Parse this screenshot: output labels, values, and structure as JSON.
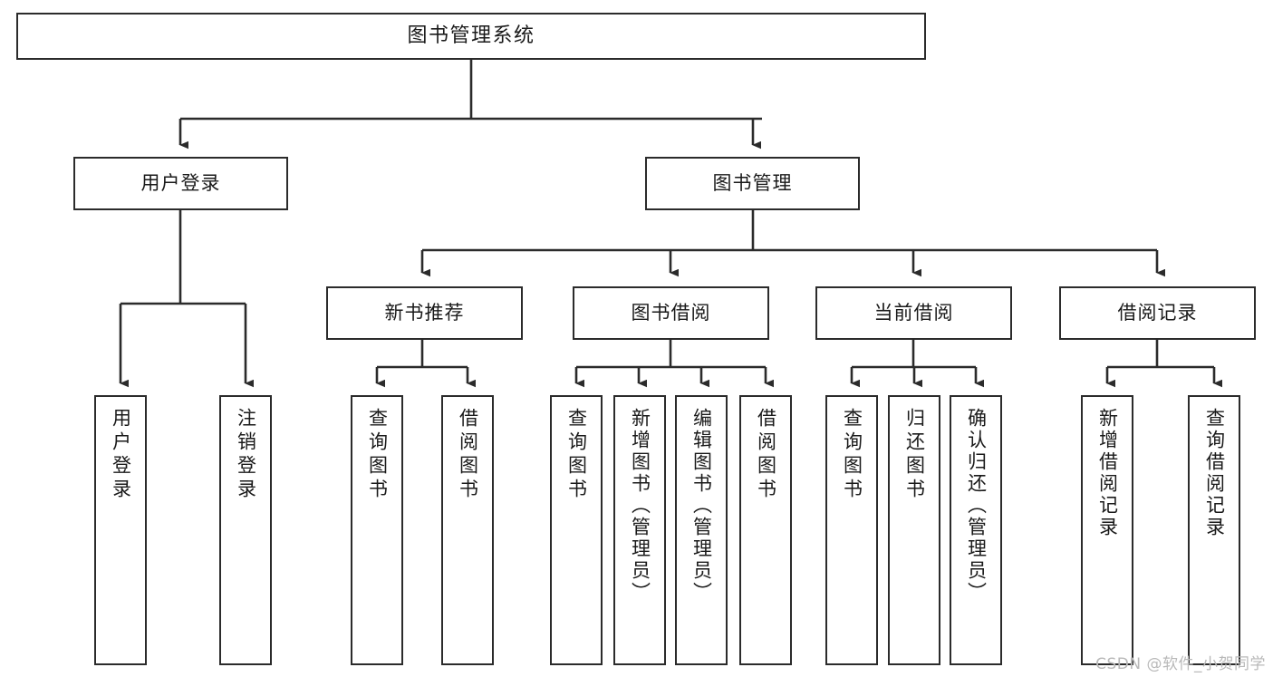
{
  "diagram": {
    "title": "图书管理系统",
    "type": "tree",
    "watermark": "CSDN @软件_小贺同学",
    "colors": {
      "border": "#2b2b2b",
      "background": "#ffffff",
      "text": "#1a1a1a",
      "edge": "#2b2b2b",
      "watermark": "#b9b9b9"
    },
    "nodes": {
      "root": {
        "label": "图书管理系统"
      },
      "level1": [
        {
          "id": "user-login",
          "label": "用户登录"
        },
        {
          "id": "book-manage",
          "label": "图书管理"
        }
      ],
      "level2": [
        {
          "id": "new-book-recommend",
          "label": "新书推荐"
        },
        {
          "id": "book-borrow",
          "label": "图书借阅"
        },
        {
          "id": "current-borrow",
          "label": "当前借阅"
        },
        {
          "id": "borrow-record",
          "label": "借阅记录"
        }
      ],
      "leaves": {
        "user_login": [
          {
            "id": "leaf-user-login",
            "label": "用户登录"
          },
          {
            "id": "leaf-logout",
            "label": "注销登录"
          }
        ],
        "new_book_recommend": [
          {
            "id": "leaf-query-book-1",
            "label": "查询图书"
          },
          {
            "id": "leaf-borrow-book-1",
            "label": "借阅图书"
          }
        ],
        "book_borrow": [
          {
            "id": "leaf-query-book-2",
            "label": "查询图书"
          },
          {
            "id": "leaf-add-book",
            "label": "新增图书（管理员）"
          },
          {
            "id": "leaf-edit-book",
            "label": "编辑图书（管理员）"
          },
          {
            "id": "leaf-borrow-book-2",
            "label": "借阅图书"
          }
        ],
        "current_borrow": [
          {
            "id": "leaf-query-book-3",
            "label": "查询图书"
          },
          {
            "id": "leaf-return-book",
            "label": "归还图书"
          },
          {
            "id": "leaf-confirm-return",
            "label": "确认归还（管理员）"
          }
        ],
        "borrow_record": [
          {
            "id": "leaf-add-record",
            "label": "新增借阅记录"
          },
          {
            "id": "leaf-query-record",
            "label": "查询借阅记录"
          }
        ]
      }
    }
  }
}
